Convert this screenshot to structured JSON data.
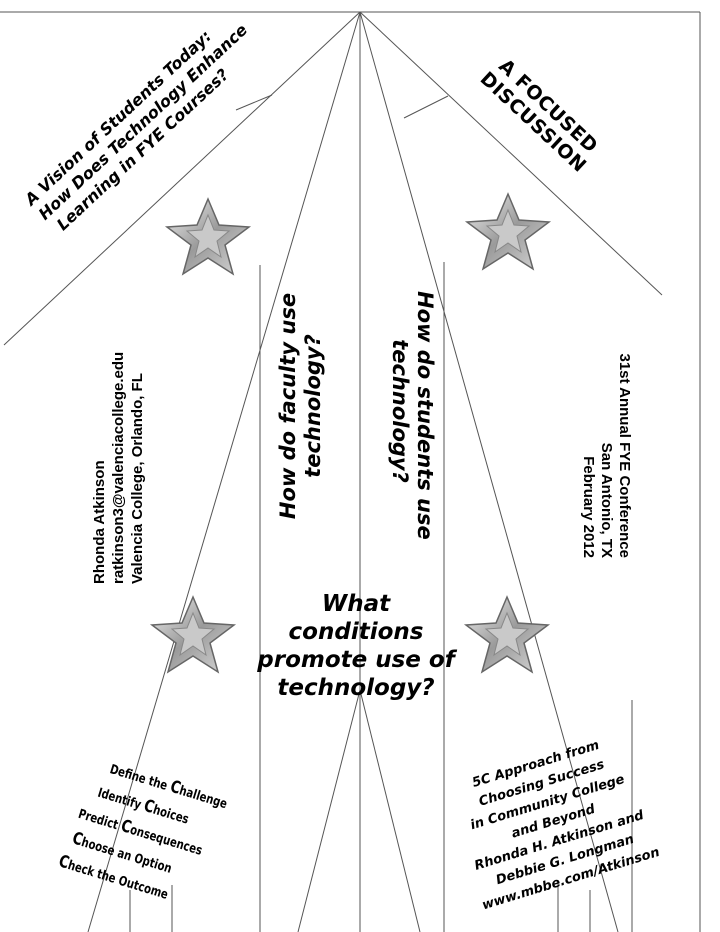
{
  "left_panel": {
    "title_lines": [
      "A Vision of Students Today:",
      "How Does Technology Enhance",
      "Learning in FYE Courses?"
    ]
  },
  "right_panel": {
    "title_lines": [
      "A FOCUSED",
      "DISCUSSION"
    ]
  },
  "contact": {
    "name": "Rhonda Atkinson",
    "email": "ratkinson3@valenciacollege.edu",
    "affiliation": "Valencia College, Orlando, FL"
  },
  "conference": {
    "line1": "31st Annual FYE Conference",
    "line2": "San Antonio, TX",
    "line3": "February 2012"
  },
  "questions": {
    "faculty_lines": [
      "How do faculty use",
      "technology?"
    ],
    "students_lines": [
      "How do students use",
      "technology?"
    ],
    "center_lines": [
      "What",
      "conditions",
      "promote use of",
      "technology?"
    ]
  },
  "steps": [
    {
      "cap": "C",
      "pre": "Define the ",
      "rest": "hallenge"
    },
    {
      "cap": "C",
      "pre": "Identify ",
      "rest": "hoices"
    },
    {
      "cap": "C",
      "pre": "Predict ",
      "rest": "onsequences"
    },
    {
      "cap": "C",
      "pre": "",
      "rest": "hoose an Option"
    },
    {
      "cap": "C",
      "pre": "",
      "rest": "heck the Outcome"
    }
  ],
  "bio_lines": [
    "5C Approach from",
    "Choosing Success",
    "in Community College",
    "and Beyond",
    "Rhonda H. Atkinson and",
    "Debbie G. Longman",
    "www.mbbe.com/Atkinson"
  ],
  "decorations": {
    "icon": "silver-star-icon",
    "line_color": "#555555"
  }
}
